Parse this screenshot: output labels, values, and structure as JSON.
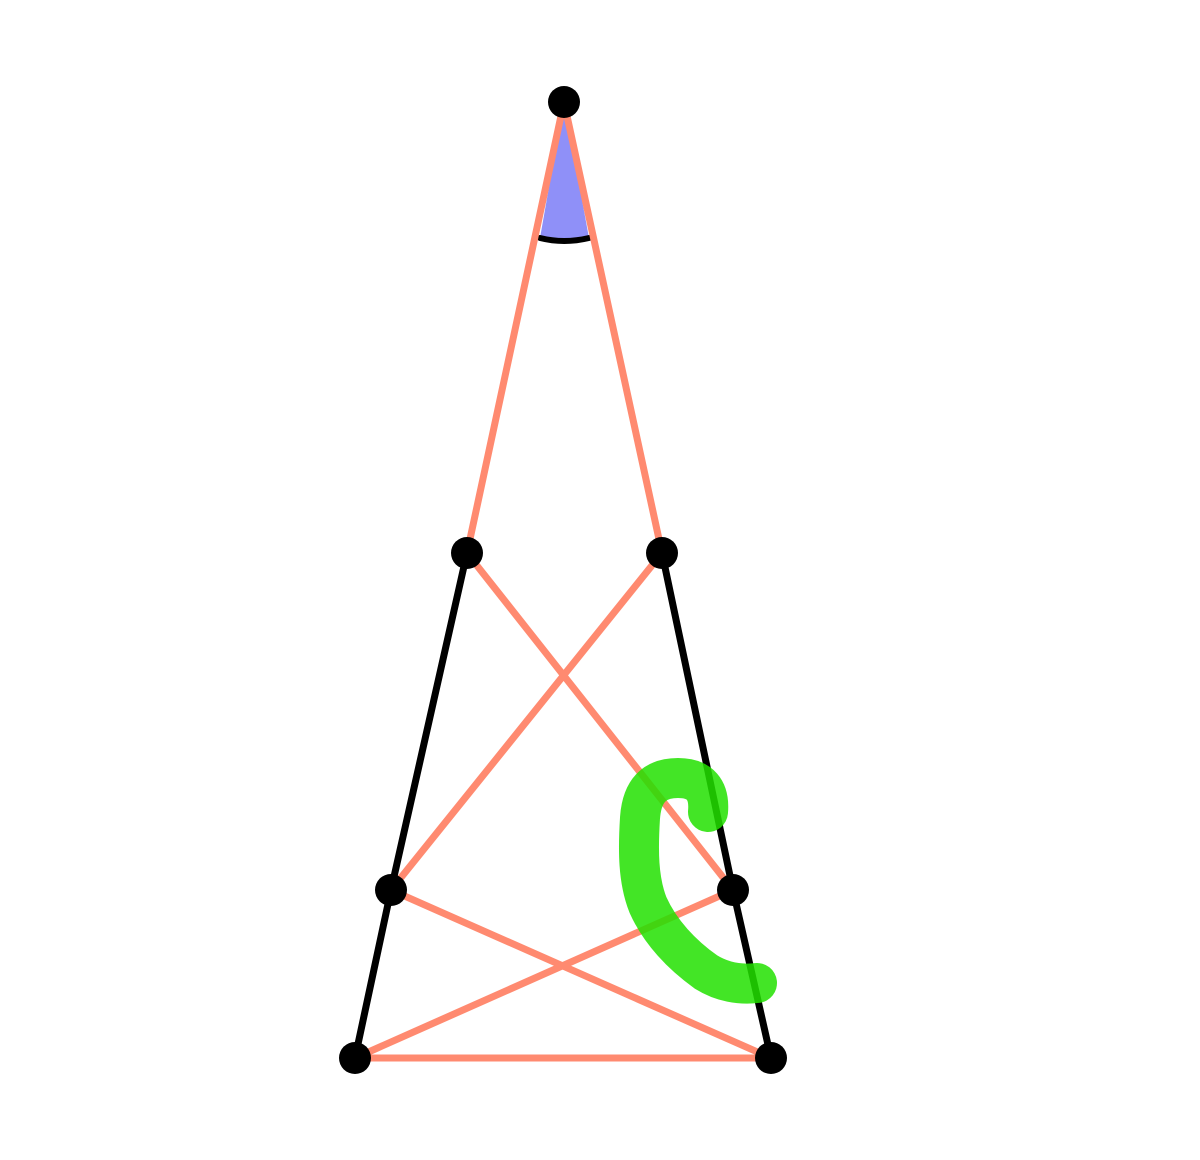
{
  "diagram": {
    "colors": {
      "background": "#ffffff",
      "salmon_segment": "#ff8a70",
      "black_segment": "#000000",
      "vertex": "#000000",
      "angle_fill": "#8f90f8",
      "angle_stroke": "#000000",
      "highlight_mark": "#22e000"
    },
    "vertices": [
      "apex",
      "upper-left",
      "upper-right",
      "mid-left",
      "mid-right",
      "base-left",
      "base-right"
    ],
    "salmon_segments": [
      [
        "apex",
        "upper-left"
      ],
      [
        "apex",
        "upper-right"
      ],
      [
        "upper-left",
        "mid-right"
      ],
      [
        "upper-right",
        "mid-left"
      ],
      [
        "mid-left",
        "base-right"
      ],
      [
        "mid-right",
        "base-left"
      ],
      [
        "base-left",
        "base-right"
      ]
    ],
    "black_segments": [
      [
        "upper-left",
        "mid-left"
      ],
      [
        "mid-left",
        "base-left"
      ],
      [
        "upper-right",
        "mid-right"
      ],
      [
        "mid-right",
        "base-right"
      ]
    ],
    "marked_angle": "apex",
    "highlight_mark": "green-c-scribble"
  }
}
